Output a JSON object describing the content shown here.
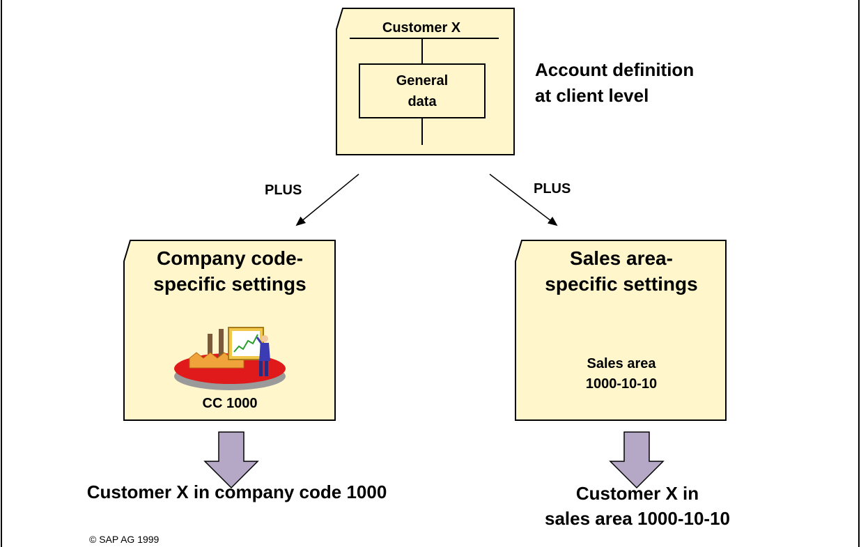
{
  "client_folder": {
    "title": "Customer X",
    "inner_label_line1": "General",
    "inner_label_line2": "data"
  },
  "side_note": {
    "line1": "Account definition",
    "line2": "at client level"
  },
  "connectors": {
    "left_label": "PLUS",
    "right_label": "PLUS"
  },
  "company_folder": {
    "title_line1": "Company code-",
    "title_line2": "specific settings",
    "label": "CC 1000"
  },
  "sales_folder": {
    "title_line1": "Sales area-",
    "title_line2": "specific settings",
    "label_line1": "Sales area",
    "label_line2": "1000-10-10"
  },
  "results": {
    "left": "Customer X in company code 1000",
    "right_line1": "Customer X in",
    "right_line2": "sales area 1000-10-10"
  },
  "footer": {
    "copyright": "© SAP AG 1999"
  },
  "colors": {
    "folder_fill": "#fff6cc",
    "arrow_fill": "#b4a8c6",
    "platform_red": "#e0191a",
    "platform_grey": "#9a9a9a"
  }
}
